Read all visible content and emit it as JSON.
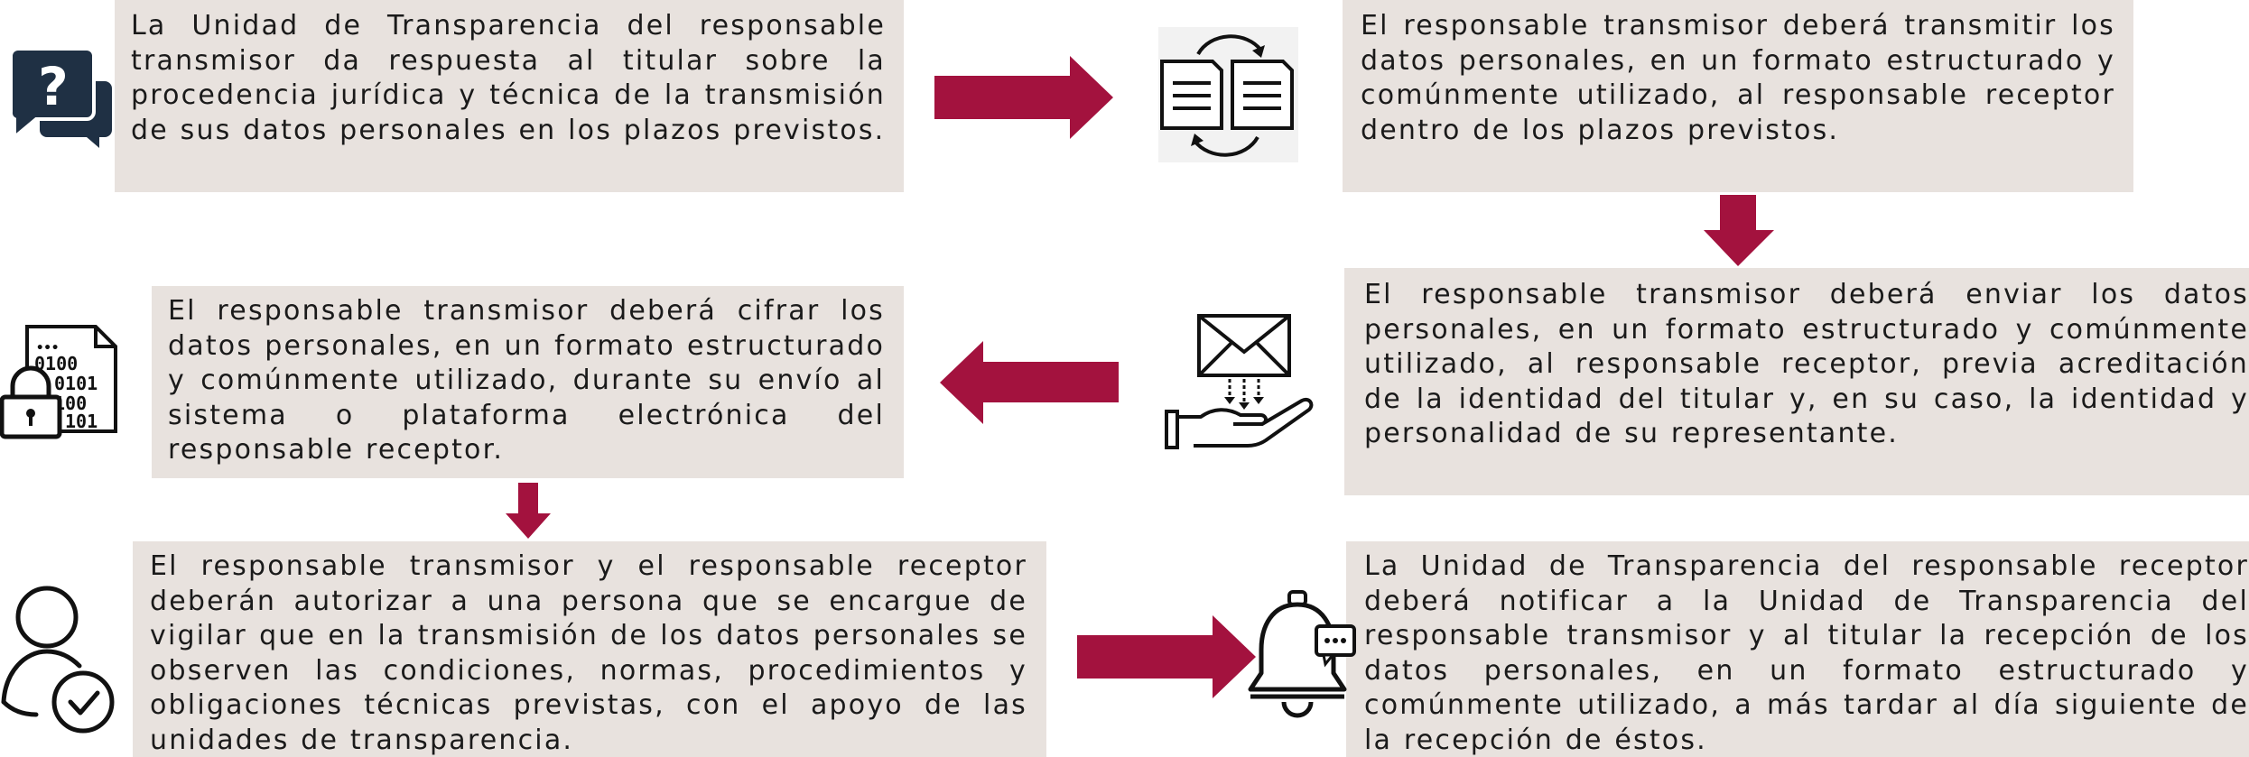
{
  "colors": {
    "box_background": "#e8e2de",
    "arrow": "#a3123e",
    "text": "#1a1a1a",
    "icon_dark": "#1f3044"
  },
  "steps": [
    {
      "text": "La Unidad de Transparencia del responsable transmisor da respuesta al titular sobre la procedencia jurídica y técnica de la transmisión de sus datos personales en los plazos previstos.",
      "icon": "question-chat-icon"
    },
    {
      "text": "El responsable transmisor deberá transmitir los datos personales, en un formato estructurado y comúnmente utilizado, al responsable receptor dentro de los plazos previstos.",
      "icon": "document-exchange-icon"
    },
    {
      "text": "El responsable transmisor deberá enviar los datos personales, en un formato estructurado y comúnmente utilizado, al responsable receptor, previa acreditación de la identidad del titular y, en su caso, la identidad y personalidad de su representante.",
      "icon": "envelope-hand-icon"
    },
    {
      "text": "El responsable transmisor deberá cifrar los datos personales, en un formato estructurado y comúnmente utilizado, durante su envío al sistema o plataforma electrónica del responsable receptor.",
      "icon": "encrypted-file-icon"
    },
    {
      "text": "El responsable transmisor y el responsable receptor deberán autorizar a una persona que se encargue de vigilar que en la transmisión de los datos personales se observen las condiciones, normas, procedimientos y obligaciones técnicas previstas, con el apoyo de las unidades de transparencia.",
      "icon": "user-check-icon"
    },
    {
      "text": "La Unidad de Transparencia del responsable receptor deberá notificar a la Unidad de Transparencia del responsable transmisor y al titular la recepción de los datos personales, en un formato estructurado y comúnmente utilizado, a más tardar al día siguiente de la recepción de éstos.",
      "icon": "bell-message-icon"
    }
  ]
}
